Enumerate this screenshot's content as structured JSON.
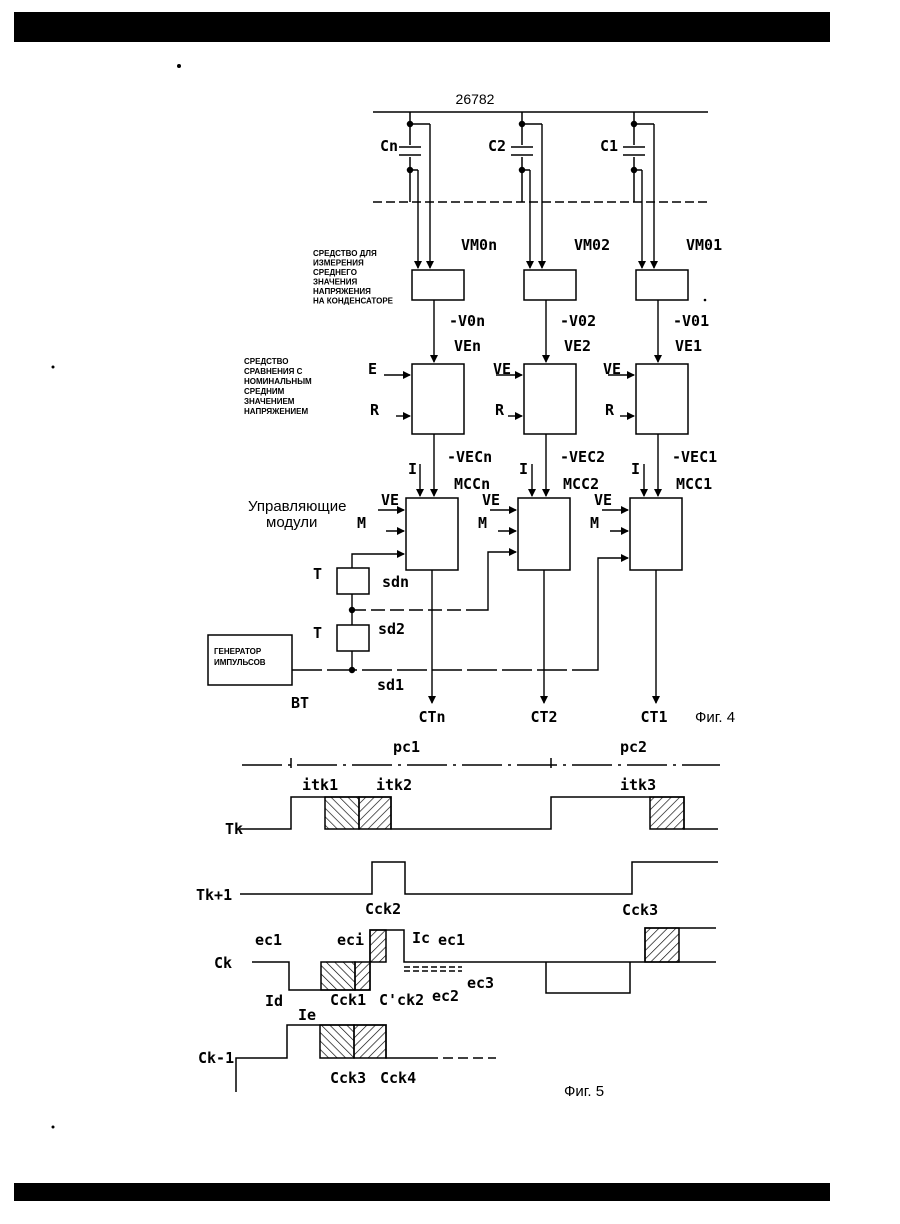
{
  "page_number": "26782",
  "fig4": {
    "caption": "Фиг. 4",
    "capacitors": [
      "Cn",
      "C2",
      "C1"
    ],
    "measure_blocks": [
      "VM0n",
      "VM02",
      "VM01"
    ],
    "measure_outputs": [
      "V0n",
      "V02",
      "V01"
    ],
    "measure_desc": [
      "СРЕДСТВО ДЛЯ",
      "ИЗМЕРЕНИЯ",
      "СРЕДНЕГО",
      "ЗНАЧЕНИЯ",
      "НАПРЯЖЕНИЯ",
      "НА КОНДЕНСАТОРЕ"
    ],
    "compare_blocks": [
      "VEn",
      "VE2",
      "VE1"
    ],
    "compare_inputs_top": [
      "E",
      "VE",
      "VE"
    ],
    "compare_input_r": "R",
    "compare_desc": [
      "СРЕДСТВО",
      "СРАВНЕНИЯ С",
      "НОМИНАЛЬНЫМ",
      "СРЕДНИМ",
      "ЗНАЧЕНИЕМ",
      "НАПРЯЖЕНИЕМ"
    ],
    "compare_outputs": [
      "VECn",
      "VEC2",
      "VEC1"
    ],
    "control_blocks": [
      "MCCn",
      "MCC2",
      "MCC1"
    ],
    "control_input_i": "I",
    "control_input_ve": "VE",
    "control_input_m": "M",
    "control_label_1": "Управляющие",
    "control_label_2": "модули",
    "delay_label": "T",
    "sync_signals": [
      "sdn",
      "sd2",
      "sd1"
    ],
    "generator_label_1": "ГЕНЕРАТОР",
    "generator_label_2": "ИМПУЛЬСОВ",
    "generator_ref": "BT",
    "outputs": [
      "CTn",
      "CT2",
      "CT1"
    ]
  },
  "fig5": {
    "caption": "Фиг. 5",
    "periods": [
      "pc1",
      "pc2"
    ],
    "rows": [
      "Tk",
      "Tk+1",
      "Ck",
      "Ck-1"
    ],
    "tk_labels": [
      "itk1",
      "itk2",
      "itk3"
    ],
    "ck_labels": {
      "ec1_left": "ec1",
      "eci": "eci",
      "cck2": "Cck2",
      "ic": "Ic",
      "ec1_right": "ec1",
      "id": "Id",
      "cck1": "Cck1",
      "c_ck2": "C'ck2",
      "ec2": "ec2",
      "ec3": "ec3",
      "cck3_right": "Cck3"
    },
    "ck1_labels": {
      "ie": "Ie",
      "cck3": "Cck3",
      "cck4": "Cck4"
    }
  }
}
